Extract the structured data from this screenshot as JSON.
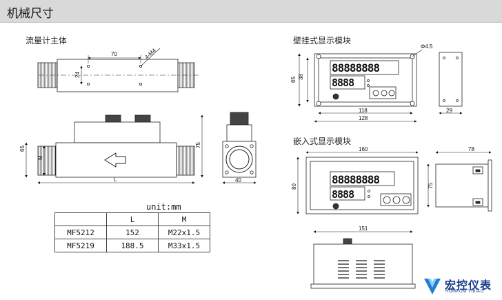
{
  "header": {
    "title": "机械尺寸"
  },
  "sections": {
    "flowmeter_body": "流量计主体",
    "wall_display": "壁挂式显示模块",
    "embedded_display": "嵌入式显示模块"
  },
  "flowmeter_dims": {
    "hole_spacing": "70",
    "hole_note": "4-M4",
    "hole_vertical": "24",
    "height": "65",
    "thread": "M",
    "length": "L",
    "side_height": "75",
    "side_width": "40"
  },
  "wall_dims": {
    "height": "65",
    "inner_height": "38",
    "hole": "Φ4.5",
    "inner_width": "118",
    "outer_width": "128",
    "depth": "29"
  },
  "embed_dims": {
    "width": "160",
    "height": "80",
    "depth": "78",
    "side_height": "75",
    "bottom_width": "151"
  },
  "table": {
    "unit": "unit:mm",
    "headers": [
      "",
      "L",
      "M"
    ],
    "rows": [
      [
        "MF5212",
        "152",
        "M22x1.5"
      ],
      [
        "MF5219",
        "188.5",
        "M33x1.5"
      ]
    ]
  },
  "logo": {
    "name": "宏控仪表",
    "subtitle": "HOMKOM YIBIAO"
  }
}
